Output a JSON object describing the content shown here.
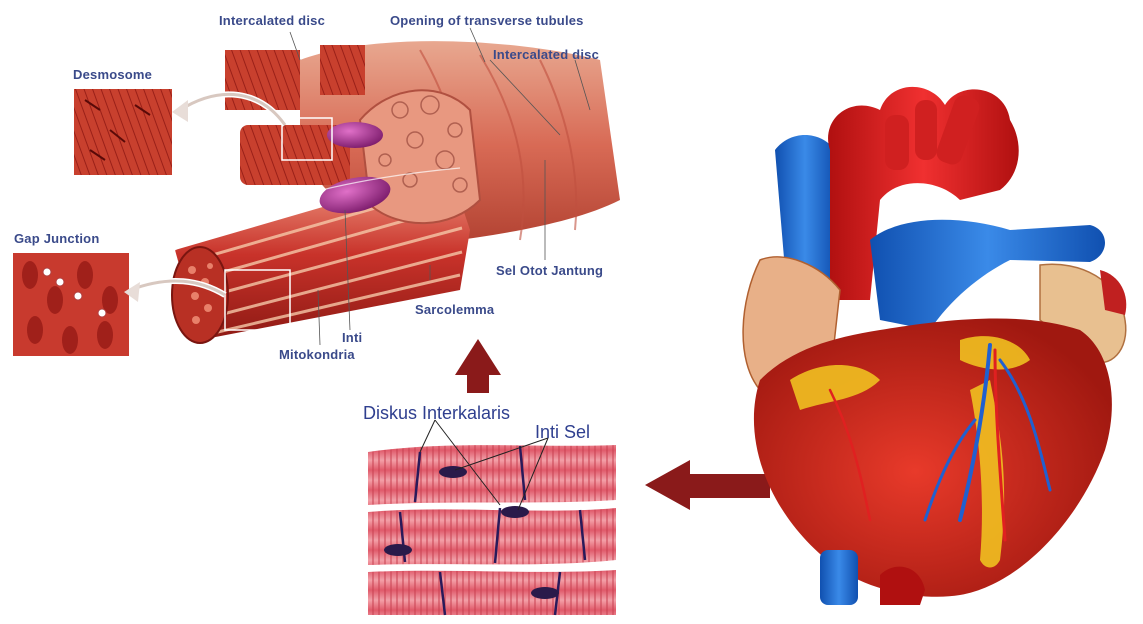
{
  "labels": {
    "intercalated_disc_top": "Intercalated disc",
    "opening_transverse_tubules": "Opening of transverse tubules",
    "intercalated_disc_right": "Intercalated disc",
    "desmosome": "Desmosome",
    "gap_junction": "Gap Junction",
    "sel_otot_jantung": "Sel Otot Jantung",
    "sarcolemma": "Sarcolemma",
    "inti": "Inti",
    "mitokondria": "Mitokondria",
    "diskus_interkalaris": "Diskus Interkalaris",
    "inti_sel": "Inti Sel"
  },
  "colors": {
    "label_text": "#3a4a8a",
    "muscle_red": "#c8322a",
    "muscle_light": "#e88070",
    "nucleus_purple": "#9a2a8a",
    "arrow_maroon": "#8a1a1a",
    "artery_red": "#d21e1e",
    "vein_blue": "#1e6ed2",
    "fat_yellow": "#f0c020",
    "striated_pink": "#e86878"
  },
  "icons": {
    "up_arrow": "up-arrow-icon",
    "left_arrow": "left-arrow-icon"
  }
}
